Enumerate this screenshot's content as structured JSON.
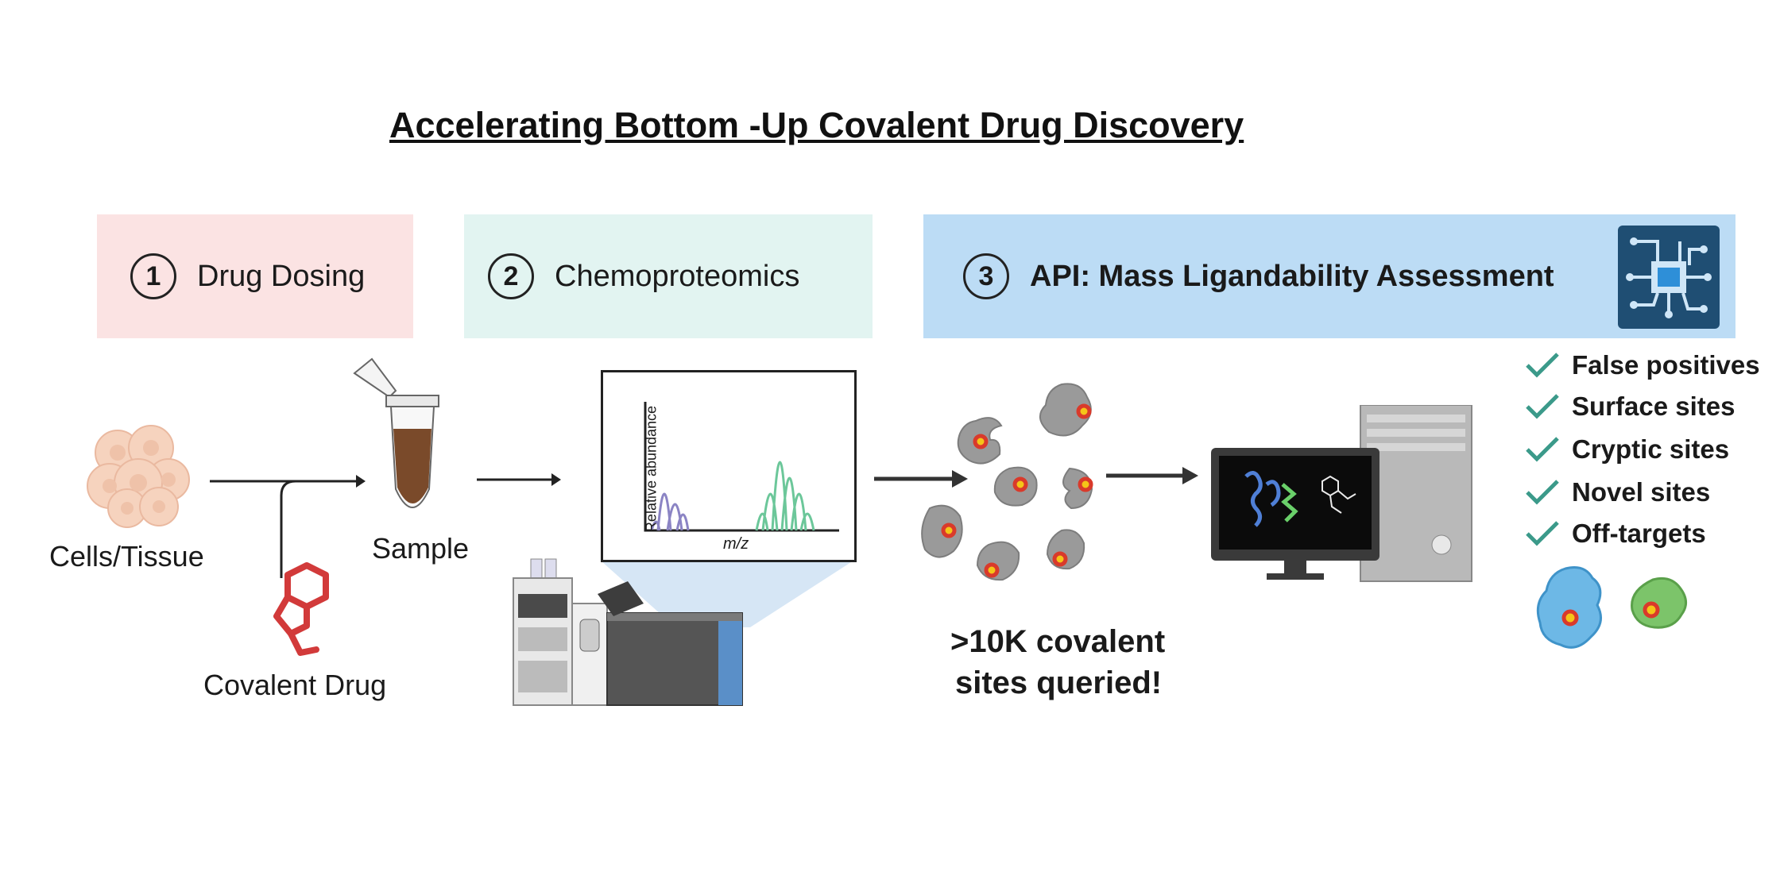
{
  "title": "Accelerating Bottom -Up Covalent Drug Discovery",
  "steps": [
    {
      "number": "1",
      "label": "Drug Dosing",
      "color": "#fbe3e3"
    },
    {
      "number": "2",
      "label": "Chemoproteomics",
      "color": "#e2f4f1"
    },
    {
      "number": "3",
      "label": "API: Mass Ligandability Assessment",
      "color": "#bcdcf5"
    }
  ],
  "labels": {
    "cells": "Cells/Tissue",
    "sample": "Sample",
    "drug": "Covalent Drug",
    "spectrum_ylabel": "Relative abundance",
    "spectrum_xlabel": "m/z",
    "sites_line1": ">10K covalent",
    "sites_line2": "sites queried!"
  },
  "checklist": [
    "False positives",
    "Surface sites",
    "Cryptic sites",
    "Novel sites",
    "Off-targets"
  ],
  "colors": {
    "check": "#3b9a8a",
    "drug": "#d23a3a",
    "site": "#d93a2b",
    "protein": "#9a9a9a",
    "ms_purple": "#8b84c4",
    "ms_green": "#6cc79a"
  },
  "icons": [
    "circuit-chip-icon",
    "cells-icon",
    "tube-icon",
    "molecule-icon",
    "spectrum-icon",
    "mass-spectrometer-icon",
    "protein-icon",
    "computer-icon",
    "check-icon"
  ]
}
